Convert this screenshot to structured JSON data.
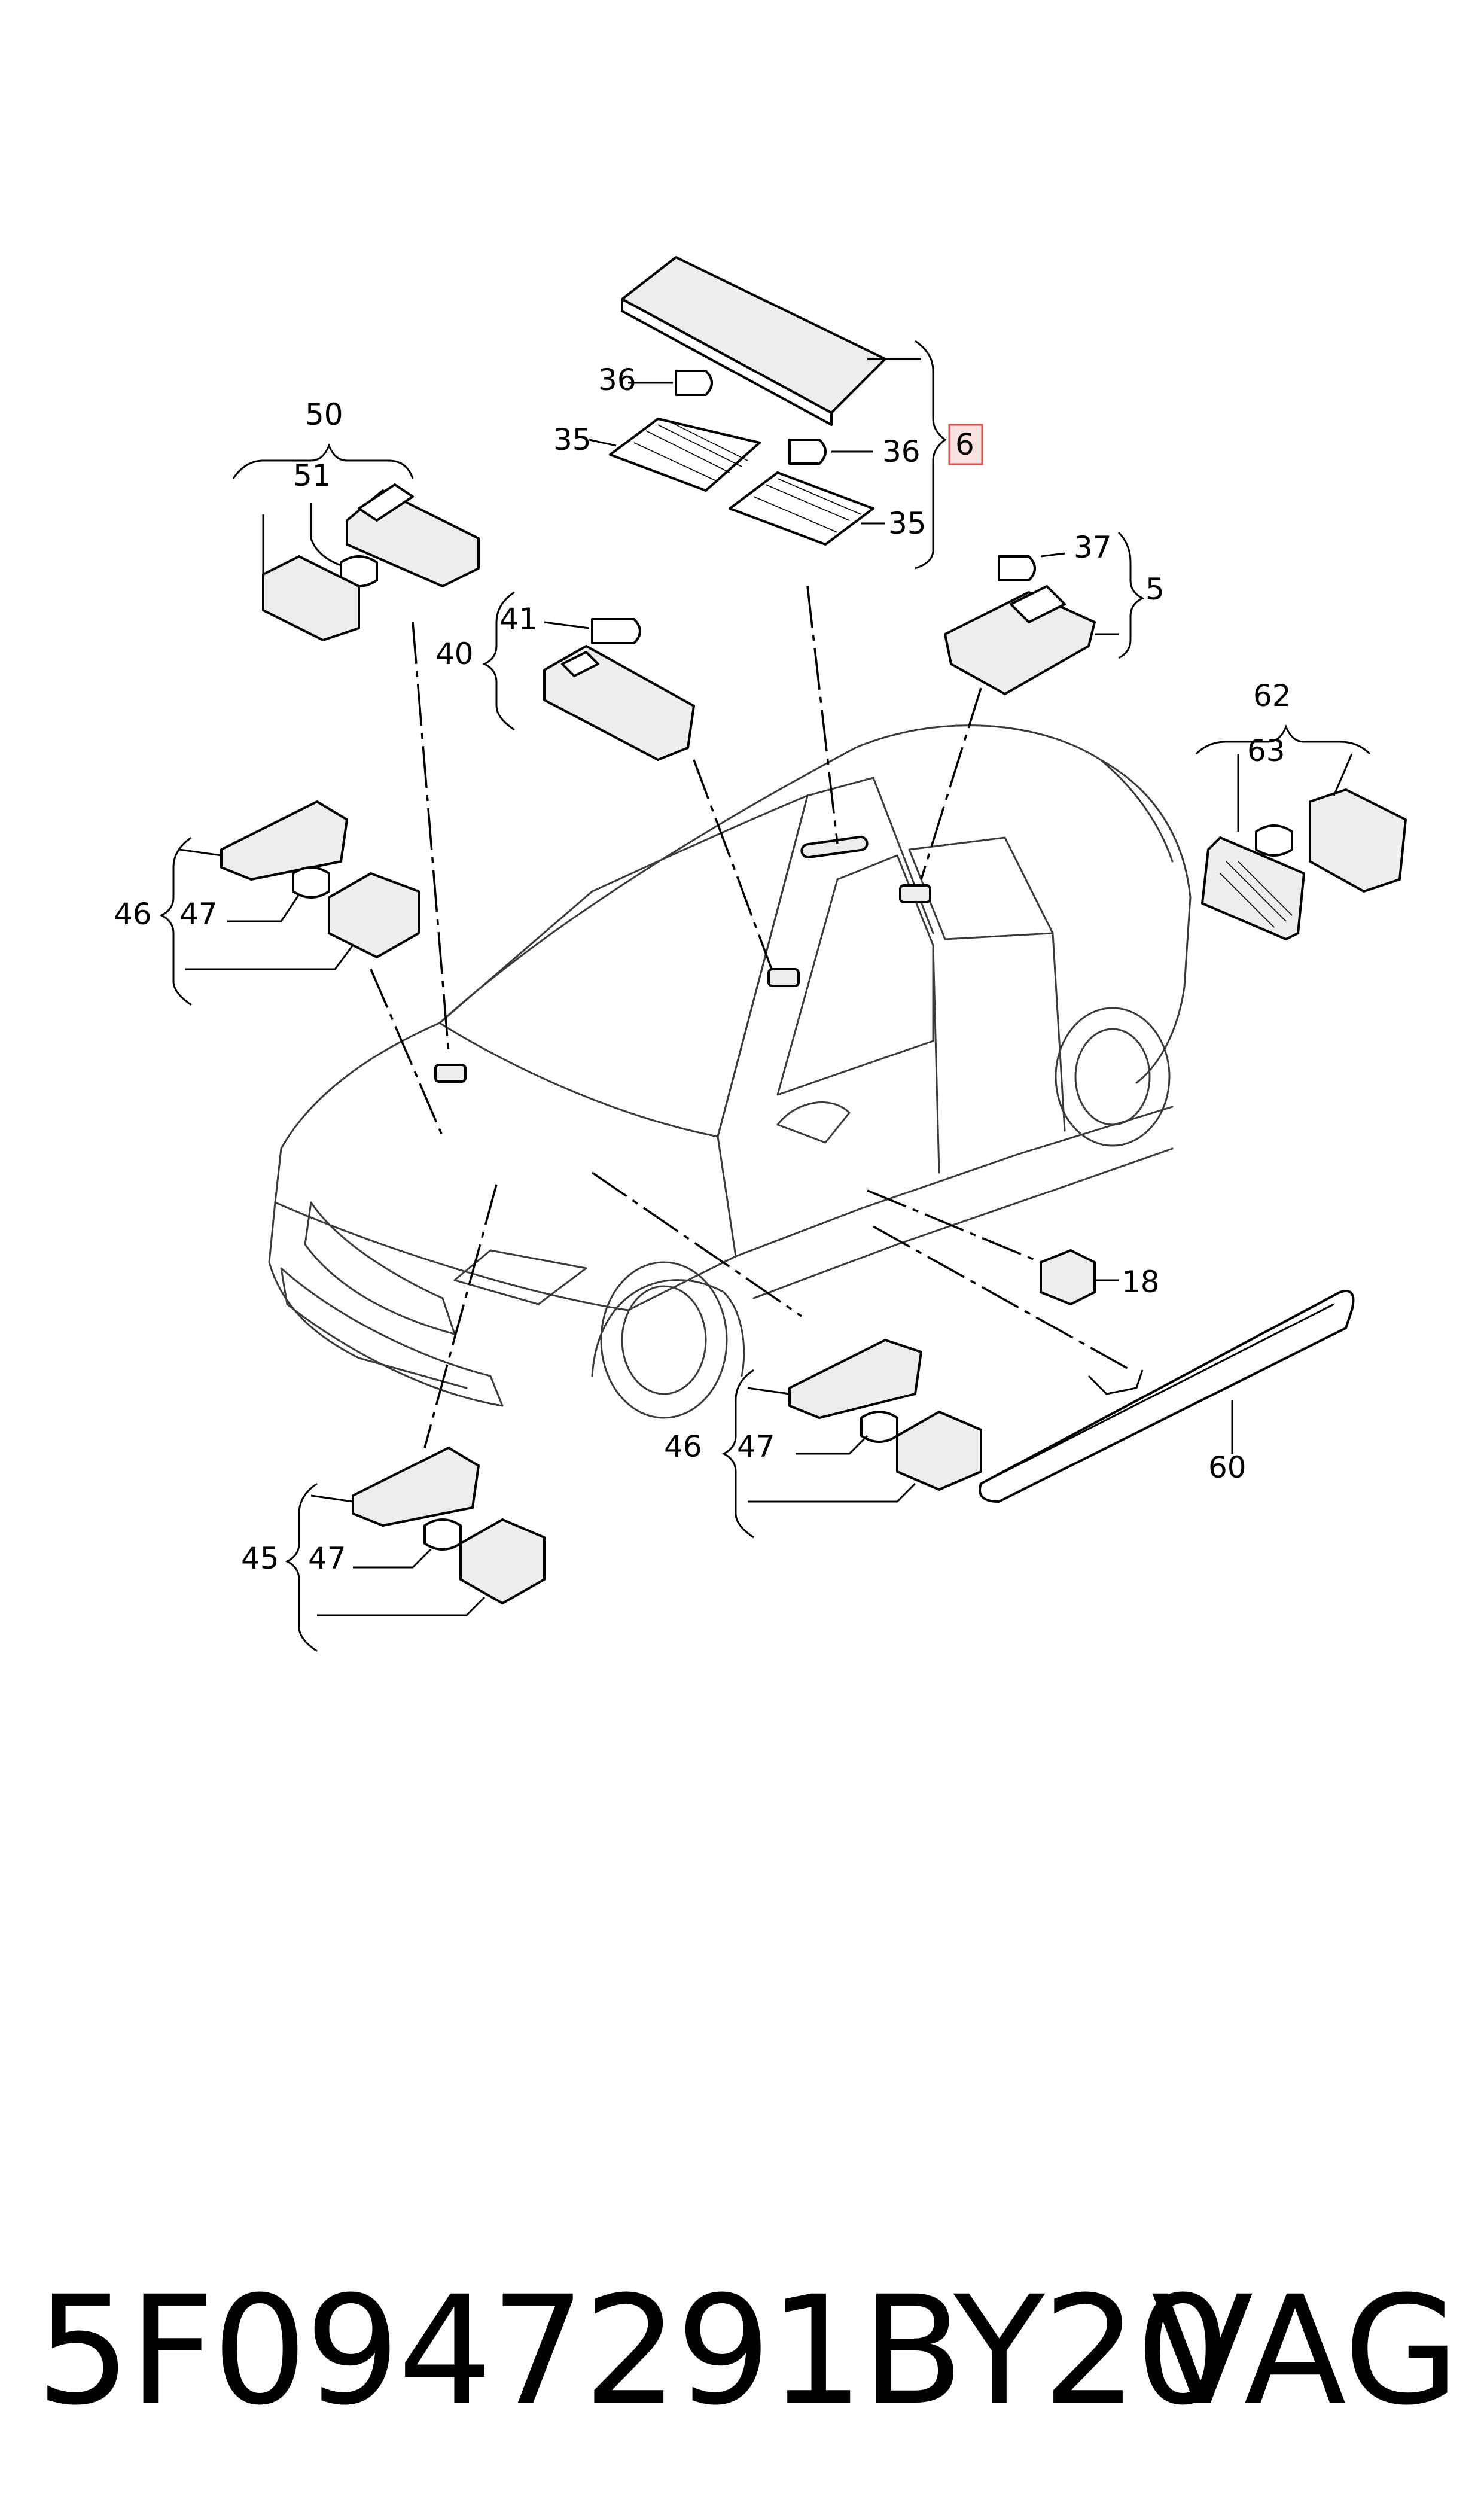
{
  "diagram": {
    "callouts": {
      "c6": "6",
      "c36a": "36",
      "c36b": "36",
      "c35a": "35",
      "c35b": "35",
      "c37": "37",
      "c5": "5",
      "c50": "50",
      "c51": "51",
      "c41": "41",
      "c40": "40",
      "c62": "62",
      "c63": "63",
      "c46a": "46",
      "c47a": "47",
      "c18": "18",
      "c46b": "46",
      "c47b": "47",
      "c60": "60",
      "c45": "45",
      "c47c": "47"
    },
    "highlighted_callout": "6",
    "highlight_color": "#d9534f"
  },
  "footer": {
    "part_number": "5F0947291BY20",
    "brand": "VAG"
  }
}
